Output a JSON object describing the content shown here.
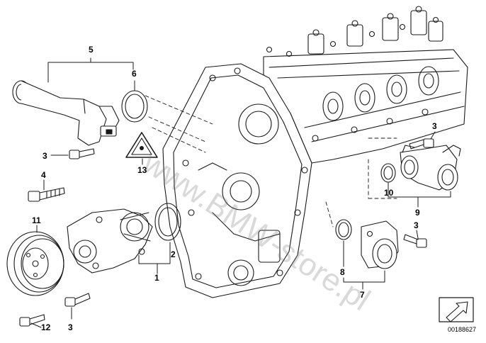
{
  "callouts": {
    "c1": "1",
    "c2": "2",
    "c3a": "3",
    "c3b": "3",
    "c3c": "3",
    "c3d": "3",
    "c4": "4",
    "c5": "5",
    "c6": "6",
    "c7": "7",
    "c8": "8",
    "c9": "9",
    "c10": "10",
    "c11": "11",
    "c12": "12",
    "c13": "13"
  },
  "watermark": "www.BMW-store.pl",
  "reference_number": "00188627",
  "colors": {
    "line": "#1a1a1a",
    "watermark": "#9a9a9a"
  },
  "icons": [
    "warning-triangle-icon",
    "next-page-arrow-icon"
  ]
}
